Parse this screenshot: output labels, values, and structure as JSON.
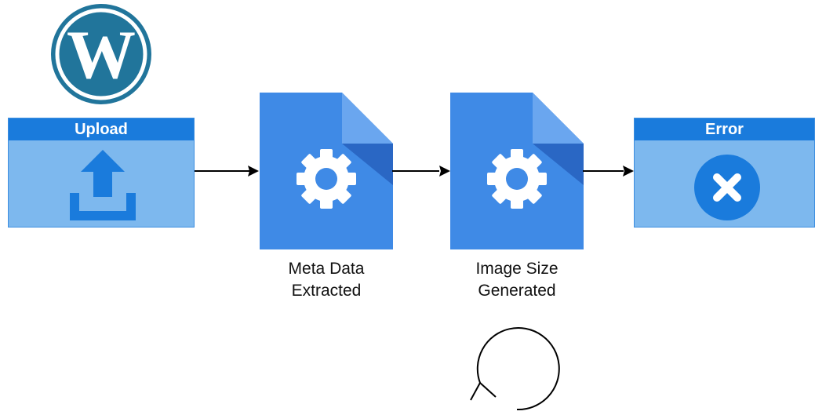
{
  "diagram": {
    "colors": {
      "primary": "#1a7bdc",
      "panel_fill": "#7db8ee",
      "panel_border": "#3d8ee0",
      "doc_fill": "#3f8ae6",
      "doc_fold_light": "#6aa6ef",
      "doc_fold_dark": "#2a67c4",
      "wp_blue": "#21759b"
    },
    "nodes": {
      "upload": {
        "title": "Upload",
        "icon": "upload-icon"
      },
      "meta": {
        "caption_line1": "Meta Data",
        "caption_line2": "Extracted",
        "icon": "gear-icon"
      },
      "image": {
        "caption_line1": "Image Size",
        "caption_line2": "Generated",
        "icon": "gear-icon"
      },
      "error": {
        "title": "Error",
        "icon": "close-circle-icon"
      }
    },
    "logo": {
      "icon": "wordpress-logo-icon",
      "letter": "W"
    },
    "loop": {
      "icon": "loop-arrow-icon"
    }
  }
}
